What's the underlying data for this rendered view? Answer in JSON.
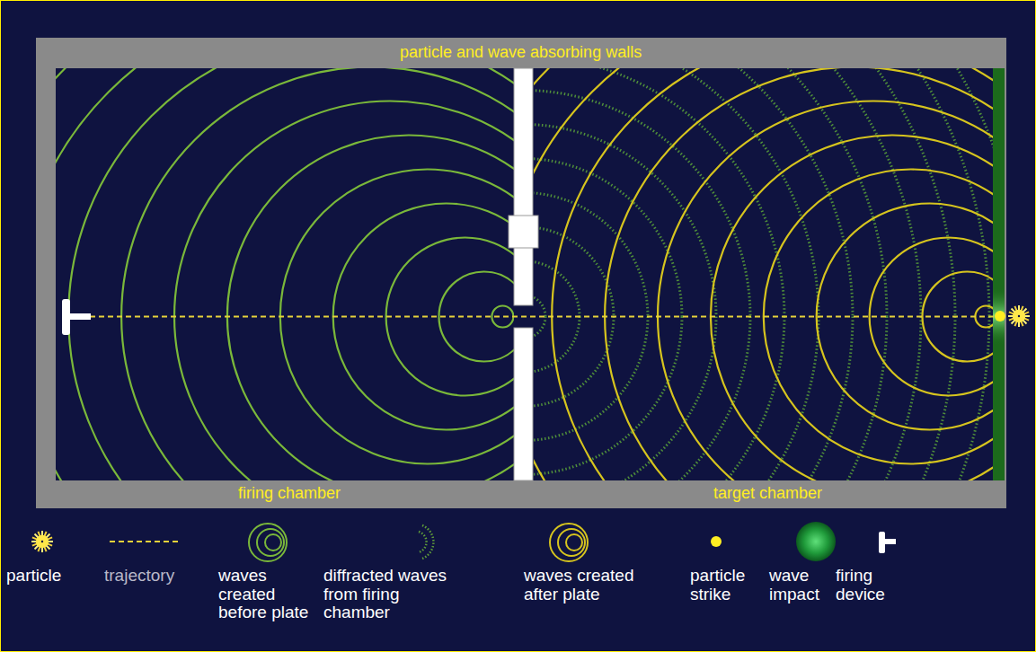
{
  "diagram": {
    "labels": [
      "particle and wave absorbing walls",
      "firing chamber",
      "target chamber"
    ],
    "legend": [
      {
        "text": "particle"
      },
      {
        "text": "trajectory"
      },
      {
        "text": "waves created before plate"
      },
      {
        "text": "diffracted waves from firing chamber"
      },
      {
        "text": "waves created after plate"
      },
      {
        "text": "particle strike"
      },
      {
        "text": "wave impact"
      },
      {
        "text": "firing device"
      }
    ]
  }
}
